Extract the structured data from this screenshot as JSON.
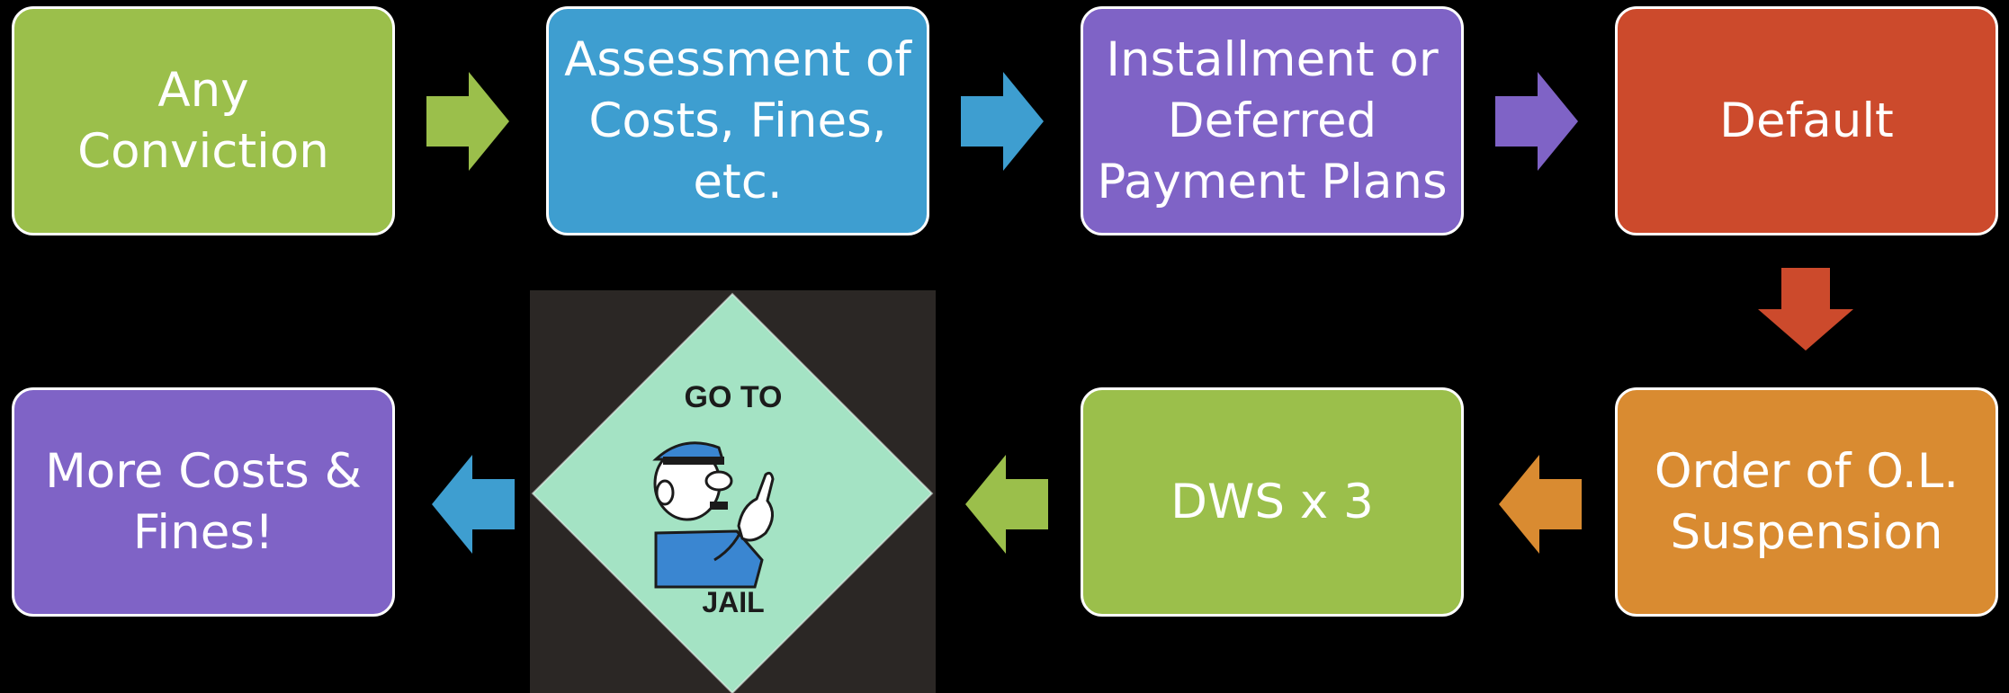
{
  "flow": {
    "steps": [
      {
        "label": "Any Conviction",
        "color": "#9bbf4b"
      },
      {
        "label": "Assessment of Costs, Fines, etc.",
        "color": "#3e9ed0"
      },
      {
        "label": "Installment or Deferred Payment Plans",
        "color": "#7f63c6"
      },
      {
        "label": "Default",
        "color": "#cc4a2c"
      },
      {
        "label": "Order of O.L. Suspension",
        "color": "#d98b31"
      },
      {
        "label": "DWS x 3",
        "color": "#9bbf4b"
      },
      {
        "label": "More Costs & Fines!",
        "color": "#7f63c6"
      }
    ]
  },
  "jail_card": {
    "top_text": "GO TO",
    "bottom_text": "JAIL",
    "card_color": "#a4e3c4"
  }
}
